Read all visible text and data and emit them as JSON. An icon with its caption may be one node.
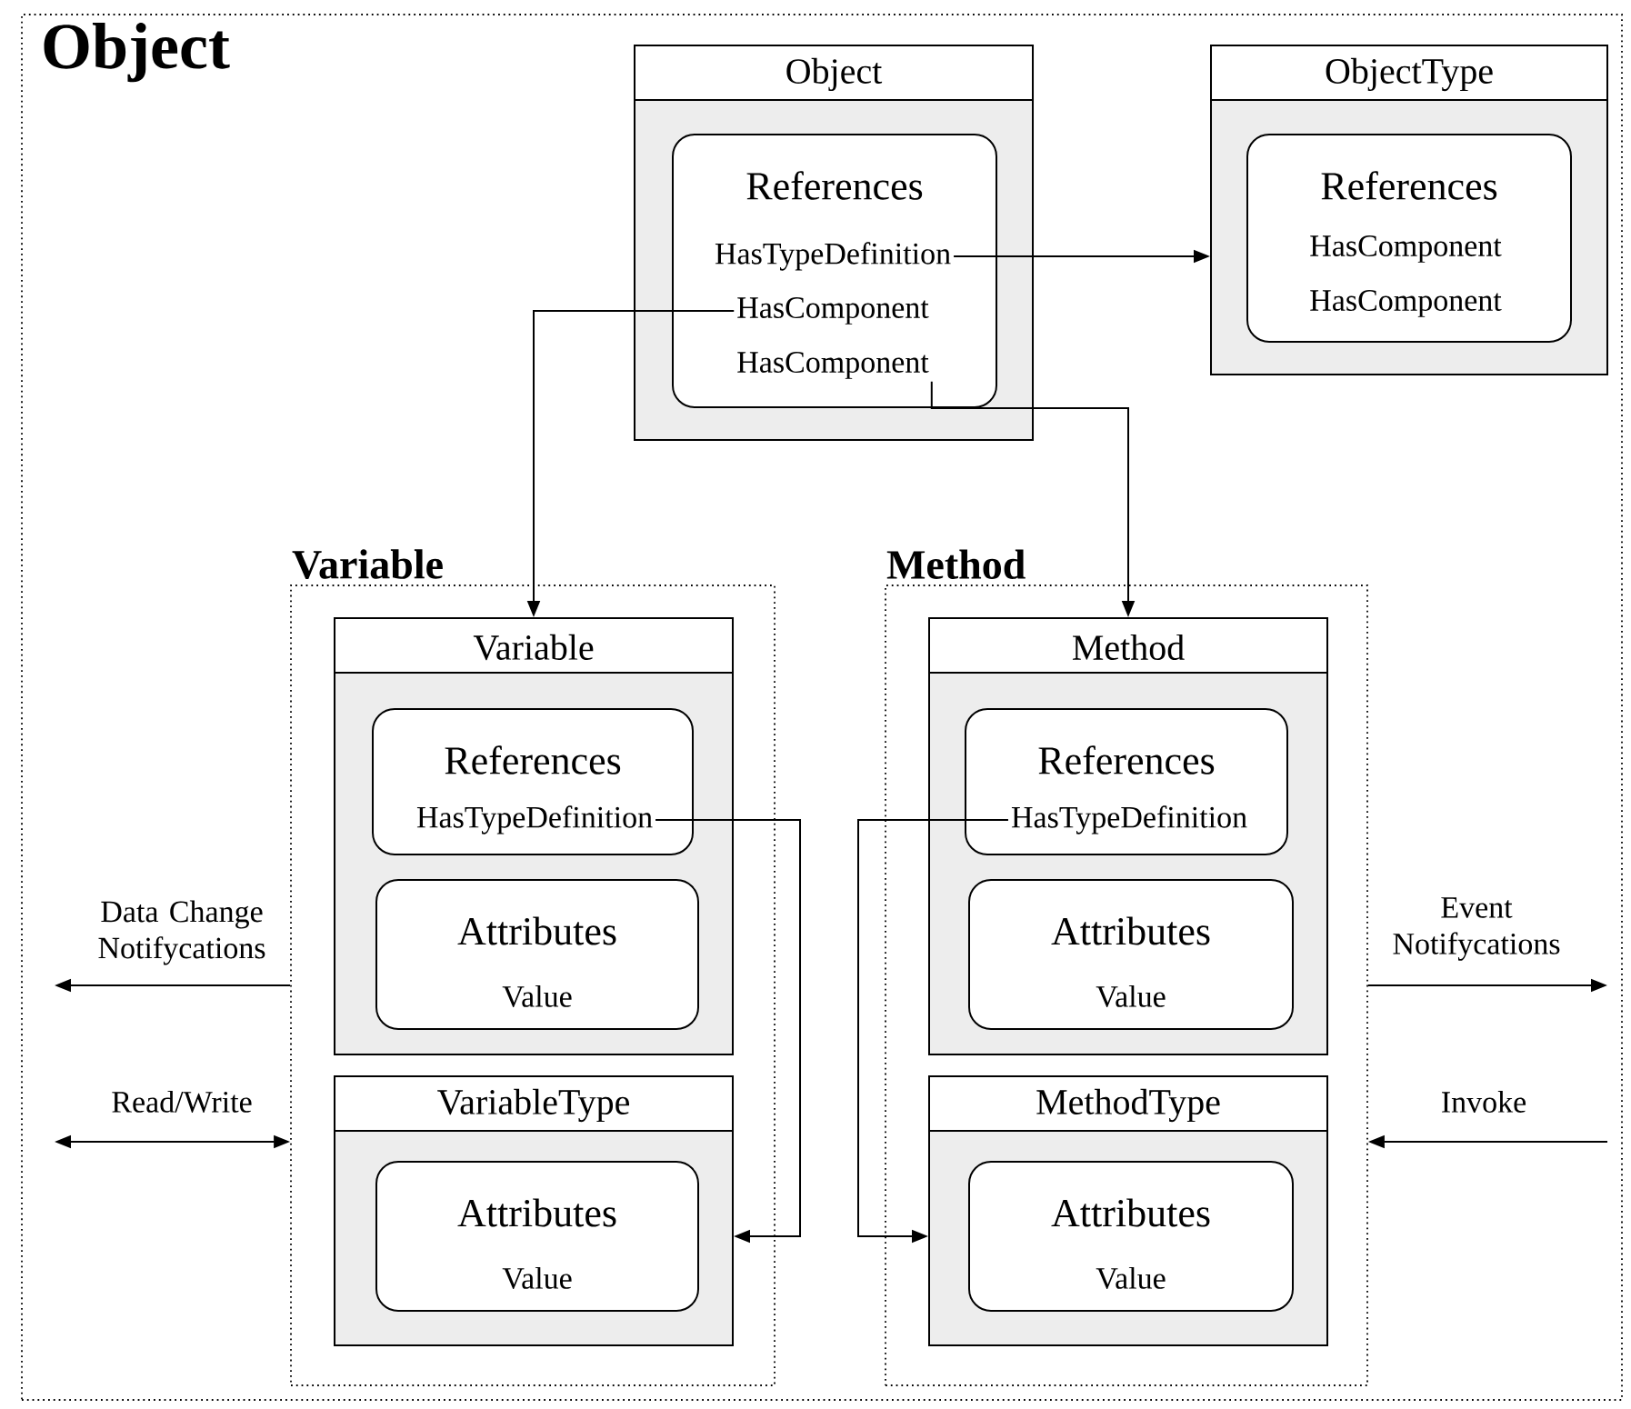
{
  "diagram": {
    "nodes": [
      {
        "text": [
          "Object"
        ]
      },
      {
        "text": [
          "Object"
        ],
        "in": 0
      },
      {
        "text": [
          "References"
        ],
        "in": 1
      },
      {
        "text": [
          "HasTypeDefinition"
        ],
        "in": 2
      },
      {
        "text": [
          "HasComponent"
        ],
        "in": 2
      },
      {
        "text": [
          "HasComponent"
        ],
        "in": 2
      },
      {
        "text": [
          "ObjectType"
        ],
        "in": 0
      },
      {
        "text": [
          "References"
        ],
        "in": 6
      },
      {
        "text": [
          "HasComponent"
        ],
        "in": 7
      },
      {
        "text": [
          "HasComponent"
        ],
        "in": 7
      },
      {
        "text": [
          "Variable"
        ],
        "in": 0
      },
      {
        "text": [
          "Variable"
        ],
        "in": 10
      },
      {
        "text": [
          "References"
        ],
        "in": 11
      },
      {
        "text": [
          "HasTypeDefinition"
        ],
        "in": 12
      },
      {
        "text": [
          "Attributes",
          "Value"
        ],
        "in": 11
      },
      {
        "text": [
          "VariableType"
        ],
        "in": 10
      },
      {
        "text": [
          "Attributes",
          "Value"
        ],
        "in": 15
      },
      {
        "text": [
          "Method"
        ],
        "in": 0
      },
      {
        "text": [
          "Method"
        ],
        "in": 17
      },
      {
        "text": [
          "References"
        ],
        "in": 18
      },
      {
        "text": [
          "HasTypeDefinition"
        ],
        "in": 19
      },
      {
        "text": [
          "Attributes",
          "Value"
        ],
        "in": 18
      },
      {
        "text": [
          "MethodType"
        ],
        "in": 17
      },
      {
        "text": [
          "Attributes",
          "Value"
        ],
        "in": 22
      }
    ],
    "edges": [
      {
        "from": 3,
        "to": 6,
        "arrow": "to"
      },
      {
        "from": 4,
        "to": 11,
        "arrow": "to"
      },
      {
        "from": 5,
        "to": 18,
        "arrow": "to"
      },
      {
        "from": 13,
        "to": 15,
        "arrow": "to"
      },
      {
        "from": 20,
        "to": 22,
        "arrow": "to"
      },
      {
        "from": 10,
        "to": null,
        "arrow": "to",
        "label": "Data Change Notifycations"
      },
      {
        "from": null,
        "to": 10,
        "arrow": "both",
        "label": "Read/Write"
      },
      {
        "from": 17,
        "to": null,
        "arrow": "to",
        "label": "Event Notifycations"
      },
      {
        "from": null,
        "to": 17,
        "arrow": "to",
        "label": "Invoke"
      }
    ]
  }
}
